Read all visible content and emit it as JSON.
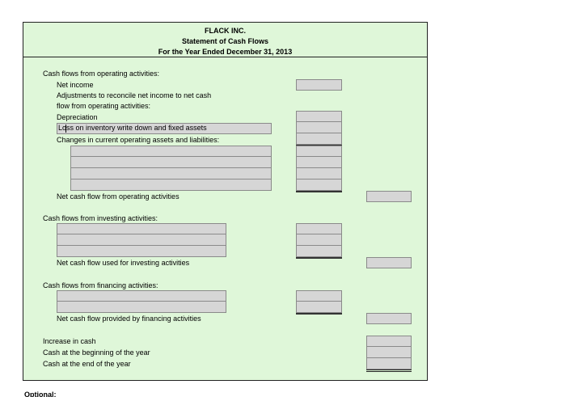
{
  "header": {
    "company": "FLACK INC.",
    "statement": "Statement of Cash Flows",
    "period": "For the Year Ended December 31, 2013"
  },
  "operating": {
    "heading": "Cash flows from operating activities:",
    "net_income": "Net income",
    "adjustments_line1": "Adjustments to reconcile net income to net cash",
    "adjustments_line2": "flow from operating activities:",
    "depreciation": "Depreciation",
    "loss_field": "Loss on inventory write down and fixed assets",
    "changes_field": "Changes in current operating assets and liabilities:",
    "net": "Net cash flow from operating activities"
  },
  "investing": {
    "heading": "Cash flows from investing activities:",
    "net": "Net cash flow used for investing activities"
  },
  "financing": {
    "heading": "Cash flows from financing activities:",
    "net": "Net cash flow provided by financing activities"
  },
  "summary": {
    "increase": "Increase in cash",
    "beginning": "Cash at the beginning of the year",
    "end": "Cash at the end of the year"
  },
  "footer": {
    "label": "Optional:"
  }
}
